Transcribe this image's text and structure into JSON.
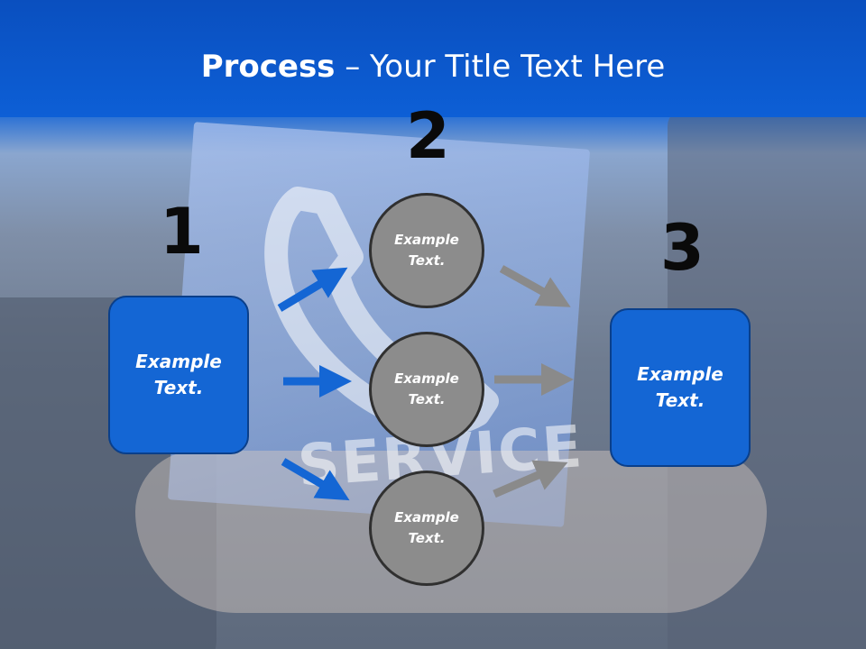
{
  "slide": {
    "title_bold": "Process",
    "title_rest": " – Your Title Text Here",
    "background_word": "SERVICE",
    "steps": [
      {
        "number": "1",
        "text_line1": "Example",
        "text_line2": "Text."
      },
      {
        "number": "2"
      },
      {
        "number": "3",
        "text_line1": "Example",
        "text_line2": "Text."
      }
    ],
    "circles": [
      {
        "line1": "Example",
        "line2": "Text."
      },
      {
        "line1": "Example",
        "line2": "Text."
      },
      {
        "line1": "Example",
        "line2": "Text."
      }
    ]
  },
  "colors": {
    "title_band": "#0d5fd6",
    "box_fill": "#1466d4",
    "circle_fill": "#8c8c8c",
    "arrow_blue": "#1466d4",
    "arrow_gray": "#8a8a8a"
  }
}
